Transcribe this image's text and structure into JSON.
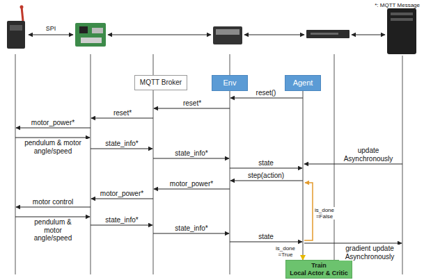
{
  "diagram": {
    "nodes": [
      {
        "text": [
          "MQTT Broker"
        ]
      },
      {
        "text": [
          "Env"
        ]
      },
      {
        "text": [
          "Agent"
        ]
      },
      {
        "text": [
          "Train",
          "Local Actor & Critic"
        ]
      }
    ],
    "edges": [
      {
        "from": 2,
        "to": 3,
        "arrow": "to",
        "label": "is_done =True"
      }
    ],
    "labels": [
      "*: MQTT Message",
      "SPI",
      "reset()",
      "reset*",
      "reset*",
      "motor_power*",
      "pendulum & motor angle/speed",
      "state_info*",
      "state_info*",
      "update Asynchronously",
      "state",
      "step(action)",
      "motor_power*",
      "motor_power*",
      "motor control",
      "pendulum & motor angle/speed",
      "state_info*",
      "state_info*",
      "is_done =False",
      "state",
      "gradient update Asynchronously"
    ]
  }
}
